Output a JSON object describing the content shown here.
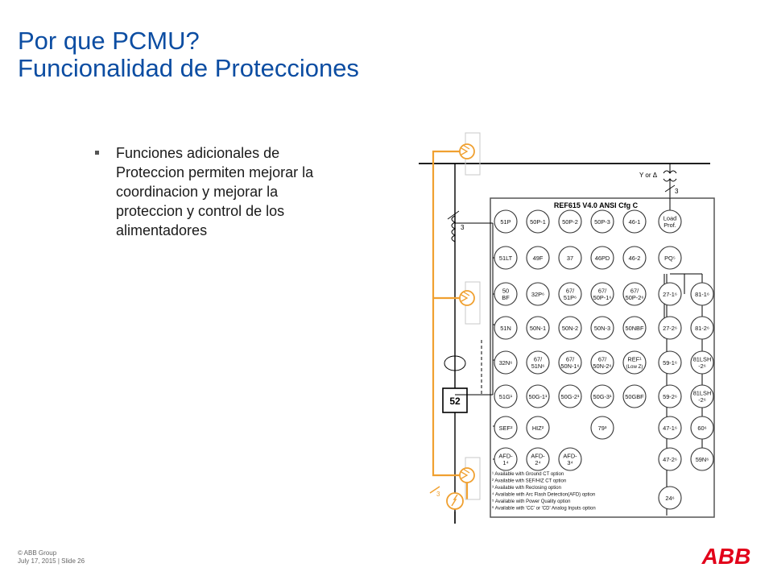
{
  "slide": {
    "title_line1": "Por que PCMU?",
    "title_line2": "Funcionalidad de Protecciones",
    "bullets": [
      "Funciones adicionales de Proteccion permiten mejorar la coordinacion y mejorar la proteccion y control de los alimentadores"
    ]
  },
  "footer": {
    "copyright": "© ABB Group",
    "date_slide": "July 17, 2015 | Slide 26"
  },
  "logo": {
    "text": "ABB",
    "color": "#e2001a"
  },
  "colors": {
    "accent_orange": "#f0a030",
    "title_blue": "#0c4da2"
  },
  "diagram": {
    "header": "REF615 V4.0 ANSI Cfg C",
    "yd_label": "Y or Δ",
    "ct_count_top": "3",
    "ct_count_left": "3",
    "ct_count_bottom": "3",
    "breaker": "52",
    "rows": [
      [
        {
          "l1": "51P"
        },
        {
          "l1": "50P-1"
        },
        {
          "l1": "50P-2"
        },
        {
          "l1": "50P-3"
        },
        {
          "l1": "46-1"
        },
        {
          "l1": "Load",
          "l2": "Prof."
        }
      ],
      [
        {
          "l1": "51LT"
        },
        {
          "l1": "49F"
        },
        {
          "l1": "37"
        },
        {
          "l1": "46PD"
        },
        {
          "l1": "46-2"
        },
        {
          "l1": "PQ⁵"
        }
      ],
      [
        {
          "l1": "50",
          "l2": "BF"
        },
        {
          "l1": "32P⁶"
        },
        {
          "l1": "67/",
          "l2": "51P⁶"
        },
        {
          "l1": "67/",
          "l2": "50P-1⁶"
        },
        {
          "l1": "67/",
          "l2": "50P-2⁶"
        },
        {
          "l1": "27-1⁶"
        },
        {
          "l1": "81-1⁶"
        }
      ],
      [
        {
          "l1": "51N"
        },
        {
          "l1": "50N-1"
        },
        {
          "l1": "50N-2"
        },
        {
          "l1": "50N-3"
        },
        {
          "l1": "50NBF"
        },
        {
          "l1": "27-2⁶"
        },
        {
          "l1": "81-2⁶"
        }
      ],
      [
        {
          "l1": "32N⁶"
        },
        {
          "l1": "67/",
          "l2": "51N⁶"
        },
        {
          "l1": "67/",
          "l2": "50N-1⁶"
        },
        {
          "l1": "67/",
          "l2": "50N-2⁶"
        },
        {
          "l1": "REF¹",
          "l2": "(Low Z)"
        },
        {
          "l1": "59-1⁶"
        },
        {
          "l1": "81LSH",
          "l2": "-2⁶"
        }
      ],
      [
        {
          "l1": "51G¹"
        },
        {
          "l1": "50G-1¹"
        },
        {
          "l1": "50G-2¹"
        },
        {
          "l1": "50G-3¹"
        },
        {
          "l1": "50GBF"
        },
        {
          "l1": "59-2⁶"
        },
        {
          "l1": "81LSH",
          "l2": "-2⁶"
        }
      ],
      [
        {
          "l1": "SEF²"
        },
        {
          "l1": "HIZ²"
        },
        {
          "l1": "79³"
        },
        {
          "l1": "47-1⁶"
        },
        {
          "l1": "60⁶"
        }
      ],
      [
        {
          "l1": "AFD-",
          "l2": "1⁴"
        },
        {
          "l1": "AFD-",
          "l2": "2⁴"
        },
        {
          "l1": "AFD-",
          "l2": "3⁴"
        },
        {
          "l1": "47-2⁶"
        },
        {
          "l1": "59N⁶"
        }
      ],
      [
        {
          "l1": "24⁶"
        }
      ]
    ],
    "notes": [
      "¹ Available with Ground CT option",
      "² Available with SEF/HIZ CT option",
      "³ Available with Reclosing option",
      "⁴ Available with Arc Flash Detection(AFD) option",
      "⁵ Available with Power Quality option",
      "⁶ Available with 'CC' or 'CD' Analog Inputs option"
    ]
  }
}
